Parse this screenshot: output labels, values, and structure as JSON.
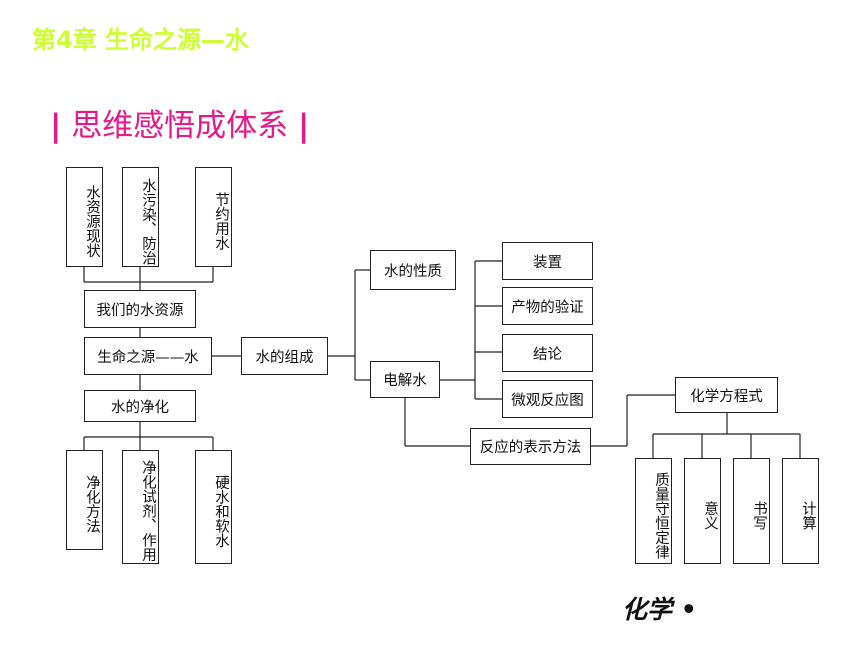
{
  "header": {
    "chapter_title": "第4章 生命之源—水",
    "section_title": "思维感悟成体系",
    "bar_left": "|",
    "bar_right": "|"
  },
  "diagram": {
    "top_boxes": [
      "水资源现状",
      "水污染、防治",
      "节约用水"
    ],
    "water_resources": "我们的水资源",
    "center": "生命之源——水",
    "purification": "水的净化",
    "bottom_boxes": [
      "净化方法",
      "净化试剂、作用",
      "硬水和软水"
    ],
    "composition": "水的组成",
    "properties": "水的性质",
    "electrolysis": "电解水",
    "electrolysis_items": [
      "装置",
      "产物的验证",
      "结论",
      "微观反应图"
    ],
    "representation": "反应的表示方法",
    "equation": "化学方程式",
    "equation_items": [
      "质量守恒定律",
      "意义",
      "书写",
      "计算"
    ]
  },
  "footer": {
    "subject": "化学 •"
  }
}
